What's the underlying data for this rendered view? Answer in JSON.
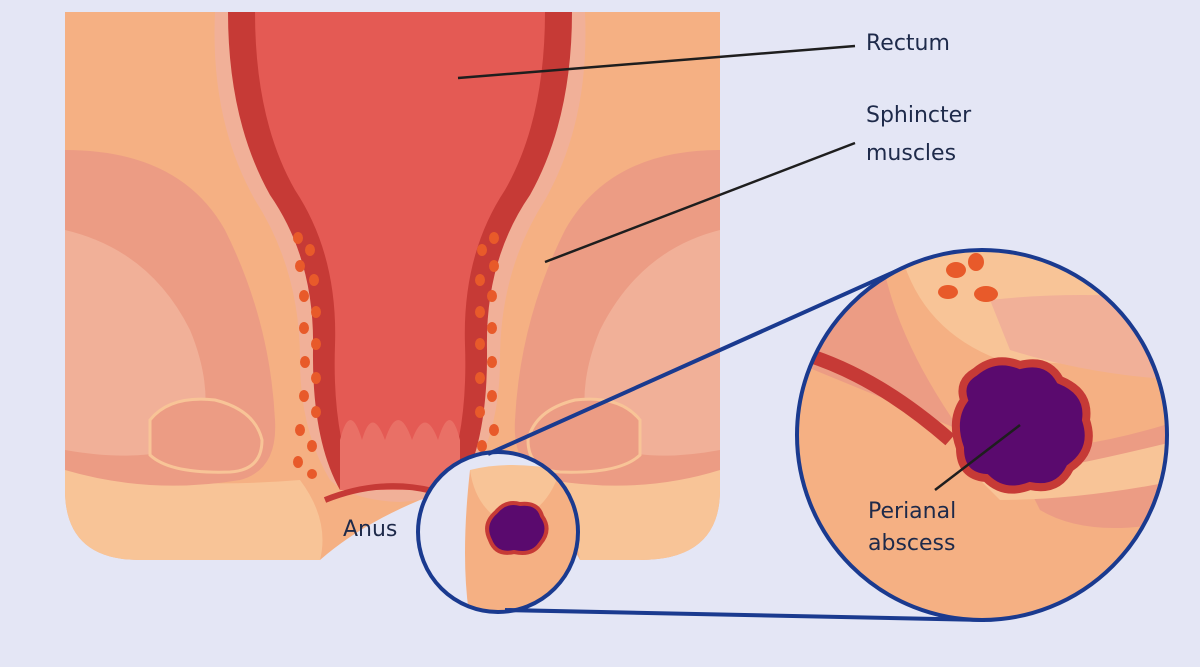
{
  "colors": {
    "background": "#e4e6f5",
    "skin": "#f5b083",
    "skin_light": "#f8c497",
    "muscle": "#ec9c84",
    "muscle_light": "#f1b098",
    "rectum": "#e45a54",
    "rectum_dark": "#c63a36",
    "fat_dots": "#e85a2a",
    "abscess": "#5a0a6e",
    "outline": "#1a3a8f",
    "text": "#1e2a4a"
  },
  "labels": {
    "rectum": "Rectum",
    "sphincter_line1": "Sphincter",
    "sphincter_line2": "muscles",
    "anus": "Anus",
    "perianal_line1": "Perianal",
    "perianal_line2": "abscess"
  },
  "icons": {
    "abscess": "abscess-blob",
    "magnifier": "zoom-circle"
  }
}
